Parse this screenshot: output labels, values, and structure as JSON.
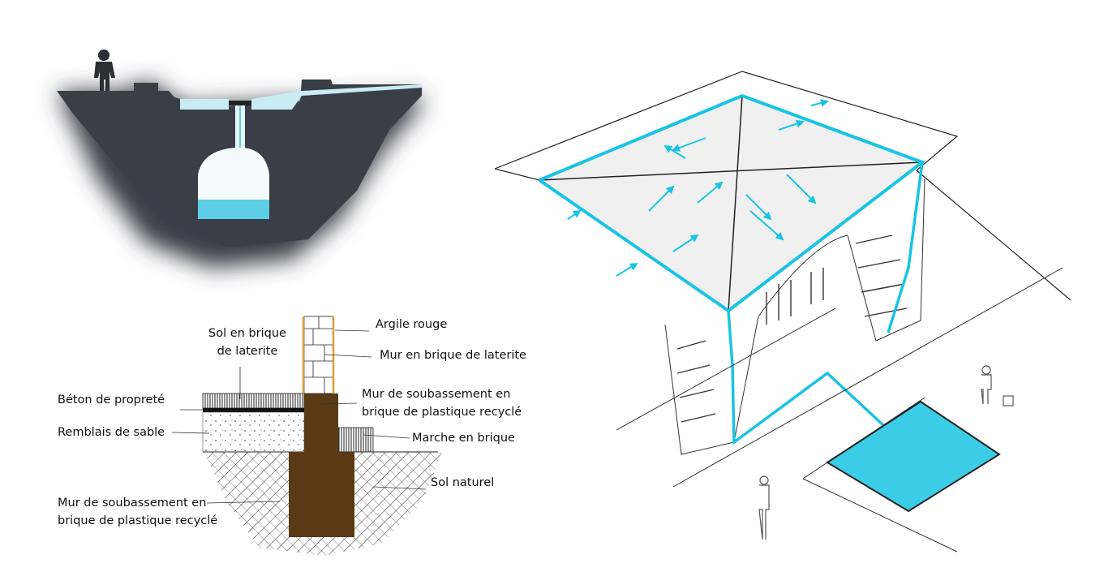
{
  "colors": {
    "ground": "#3a3e47",
    "water": "#5ccfe6",
    "cyan": "#19c4e3",
    "brown": "#5a3a14",
    "wall_edge": "#d7a03a"
  },
  "section_labels": {
    "argile_rouge": "Argile rouge",
    "sol_brique_1": "Sol en brique",
    "sol_brique_2": "de laterite",
    "mur_laterite": "Mur en brique de laterite",
    "beton": "Béton de propreté",
    "mur_soub_upper_1": "Mur de soubassement en",
    "mur_soub_upper_2": "brique de plastique recyclé",
    "remblais": "Remblais de sable",
    "marche": "Marche en brique",
    "sol_naturel": "Sol naturel",
    "mur_soub_lower_1": "Mur de soubassement en",
    "mur_soub_lower_2": "brique de plastique recyclé"
  }
}
